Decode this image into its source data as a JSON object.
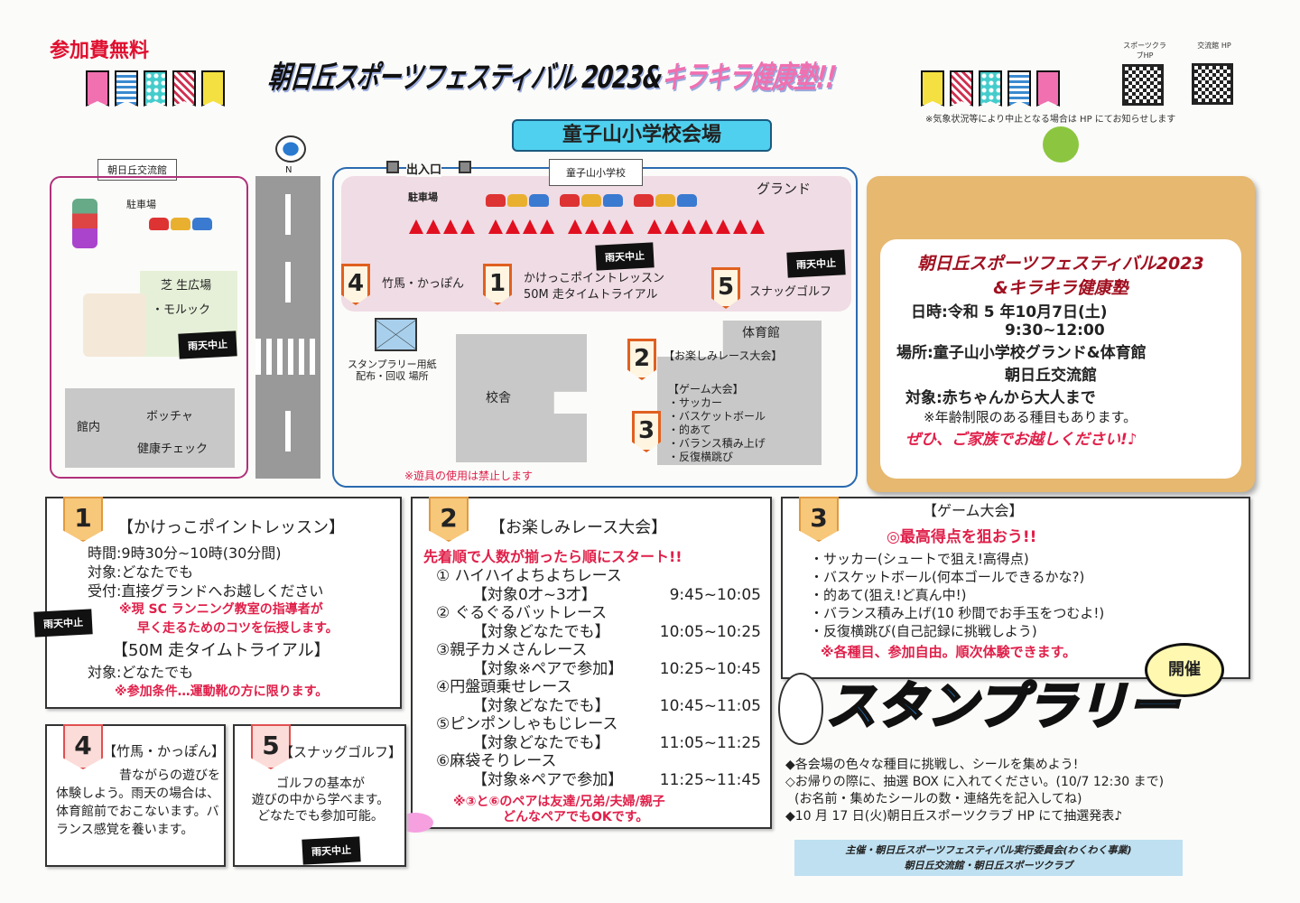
{
  "header": {
    "free": "参加費無料",
    "title_main": "朝日丘スポーツフェスティバル 2023&",
    "title_pink": "キラキラ健康塾!!",
    "qr": [
      {
        "label": "スポーツクラブHP"
      },
      {
        "label": "交流館 HP"
      }
    ],
    "weather_note": "※気象状況等により中止となる場合は HP にてお知らせします",
    "venue": "童子山小学校会場"
  },
  "map": {
    "left_label": "朝日丘交流館",
    "left_parking": "駐車場",
    "lawn": "芝 生広場",
    "molkky": "・モルック",
    "indoor": "館内",
    "boccia": "ボッチャ",
    "health": "健康チェック",
    "rain": "雨天中止",
    "north": "N",
    "entrance": "出入口",
    "school": "童子山小学校",
    "parking": "駐車場",
    "ground": "グランド",
    "s4": "竹馬・かっぽん",
    "s1a": "かけっこポイントレッスン",
    "s1b": "50M 走タイムトライアル",
    "s5": "スナッグゴルフ",
    "stamp_place": "スタンプラリー用紙",
    "stamp_place2": "配布・回収 場所",
    "school_bldg": "校舎",
    "gym": "体育館",
    "s2": "【お楽しみレース大会】",
    "s3": "【ゲーム大会】",
    "s3_items": [
      "・サッカー",
      "・バスケットボール",
      "・的あて",
      "・バランス積み上げ",
      "・反復横跳び"
    ],
    "no_play": "※遊具の使用は禁止します",
    "nums": [
      "1",
      "2",
      "3",
      "4",
      "5"
    ]
  },
  "board": {
    "title1": "朝日丘スポーツフェスティバル2023",
    "title2": "&キラキラ健康塾",
    "date": "日時:令和 5 年10月7日(土)",
    "time": "9:30~12:00",
    "place": "場所:童子山小学校グランド&体育館",
    "place2": "朝日丘交流館",
    "target": "対象:赤ちゃんから大人まで",
    "age_note": "※年齢制限のある種目もあります。",
    "invite": "ぜひ、ご家族でお越しください!♪"
  },
  "sec1": {
    "num": "1",
    "h1": "【かけっこポイントレッスン】",
    "time": "時間:9時30分~10時(30分間)",
    "target": "対象:どなたでも",
    "reception": "受付:直接グランドへお越しください",
    "note1": "※現 SC ランニング教室の指導者が",
    "note2": "早く走るためのコツを伝授します。",
    "rain": "雨天中止",
    "h2": "【50M 走タイムトライアル】",
    "target2": "対象:どなたでも",
    "note3": "※参加条件…運動靴の方に限ります。"
  },
  "sec2": {
    "num": "2",
    "h": "【お楽しみレース大会】",
    "lead": "先着順で人数が揃ったら順にスタート!!",
    "races": [
      {
        "name": "① ハイハイよちよちレース",
        "target": "【対象0才~3才】",
        "time": "9:45~10:05"
      },
      {
        "name": "② ぐるぐるバットレース",
        "target": "【対象どなたでも】",
        "time": "10:05~10:25"
      },
      {
        "name": "③親子カメさんレース",
        "target": "【対象※ペアで参加】",
        "time": "10:25~10:45"
      },
      {
        "name": "④円盤頭乗せレース",
        "target": "【対象どなたでも】",
        "time": "10:45~11:05"
      },
      {
        "name": "⑤ピンポンしゃもじレース",
        "target": "【対象どなたでも】",
        "time": "11:05~11:25"
      },
      {
        "name": "⑥麻袋そりレース",
        "target": "【対象※ペアで参加】",
        "time": "11:25~11:45"
      }
    ],
    "note1": "※③と⑥のペアは友達/兄弟/夫婦/親子",
    "note2": "どんなペアでもOKです。"
  },
  "sec3": {
    "num": "3",
    "h": "【ゲーム大会】",
    "lead": "◎最高得点を狙おう!!",
    "items": [
      "・サッカー(シュートで狙え!高得点)",
      "・バスケットボール(何本ゴールできるかな?)",
      "・的あて(狙え!ど真ん中!)",
      "・バランス積み上げ(10 秒間でお手玉をつむよ!)",
      "・反復横跳び(自己記録に挑戦しよう)"
    ],
    "note": "※各種目、参加自由。順次体験できます。"
  },
  "sec4": {
    "num": "4",
    "h": "【竹馬・かっぽん】",
    "body": "昔ながらの遊びを体験しよう。雨天の場合は、体育館前でおこないます。バランス感覚を養います。"
  },
  "sec5": {
    "num": "5",
    "h": "【スナッグゴルフ】",
    "body1": "ゴルフの基本が",
    "body2": "遊びの中から学べます。",
    "body3": "どなたでも参加可能。",
    "rain": "雨天中止"
  },
  "stamp": {
    "logo": "スタンプラリー",
    "kaisai": "開催",
    "lines": [
      "◆各会場の色々な種目に挑戦し、シールを集めよう!",
      "◇お帰りの際に、抽選 BOX に入れてください。(10/7 12:30 まで)",
      "(お名前・集めたシールの数・連絡先を記入してね)",
      "◆10 月 17 日(火)朝日丘スポーツクラブ HP にて抽選発表♪"
    ],
    "org1": "主催・朝日丘スポーツフェスティバル実行委員会(わくわく事業)",
    "org2": "朝日丘交流館・朝日丘スポーツクラブ"
  },
  "colors": {
    "accent_red": "#e0204a",
    "venue_cyan": "#4fd0ee",
    "board_wood": "#e6b870"
  }
}
